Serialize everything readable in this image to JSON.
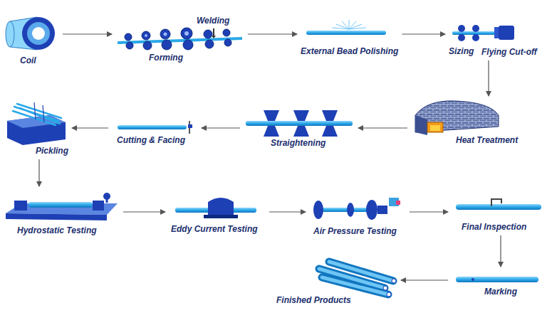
{
  "diagram": {
    "nodes": [
      {
        "text": [
          "Coil"
        ]
      },
      {
        "text": [
          "Welding",
          "Forming"
        ]
      },
      {
        "text": [
          "External Bead Polishing"
        ]
      },
      {
        "text": [
          "Sizing",
          "Flying Cut-off"
        ]
      },
      {
        "text": [
          "Heat Treatment"
        ]
      },
      {
        "text": [
          "Straightening"
        ]
      },
      {
        "text": [
          "Cutting & Facing"
        ]
      },
      {
        "text": [
          "Pickling"
        ]
      },
      {
        "text": [
          "Hydrostatic Testing"
        ]
      },
      {
        "text": [
          "Eddy Current Testing"
        ]
      },
      {
        "text": [
          "Air Pressure Testing"
        ]
      },
      {
        "text": [
          "Final Inspection"
        ]
      },
      {
        "text": [
          "Marking"
        ]
      },
      {
        "text": [
          "Finished Products"
        ]
      }
    ],
    "edges": [
      {
        "from": 0,
        "to": 1,
        "arrow": "to"
      },
      {
        "from": 1,
        "to": 2,
        "arrow": "to"
      },
      {
        "from": 2,
        "to": 3,
        "arrow": "to"
      },
      {
        "from": 3,
        "to": 4,
        "arrow": "to"
      },
      {
        "from": 4,
        "to": 5,
        "arrow": "to"
      },
      {
        "from": 5,
        "to": 6,
        "arrow": "to"
      },
      {
        "from": 6,
        "to": 7,
        "arrow": "to"
      },
      {
        "from": 7,
        "to": 8,
        "arrow": "to"
      },
      {
        "from": 8,
        "to": 9,
        "arrow": "to"
      },
      {
        "from": 9,
        "to": 10,
        "arrow": "to"
      },
      {
        "from": 10,
        "to": 11,
        "arrow": "to"
      },
      {
        "from": 11,
        "to": 12,
        "arrow": "to"
      },
      {
        "from": 12,
        "to": 13,
        "arrow": "to"
      }
    ]
  }
}
